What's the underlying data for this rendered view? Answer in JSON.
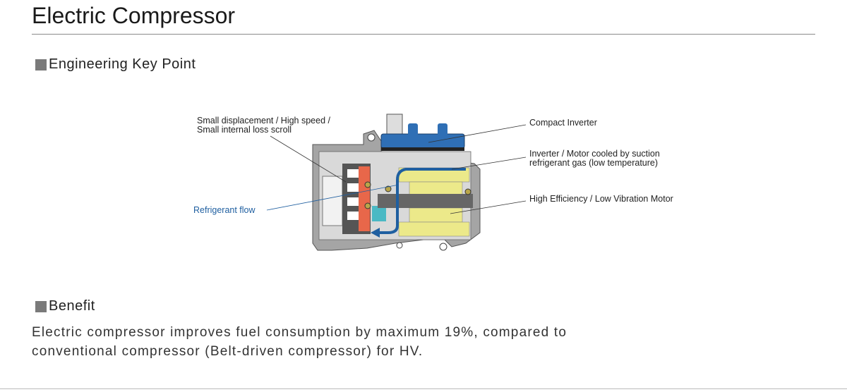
{
  "title": "Electric Compressor",
  "sections": {
    "key_point": "Engineering Key Point",
    "benefit": "Benefit"
  },
  "diagram": {
    "labels": {
      "scroll_line1": "Small displacement / High speed /",
      "scroll_line2": "Small internal loss scroll",
      "inverter": "Compact Inverter",
      "cooling_line1": "Inverter / Motor cooled by suction",
      "cooling_line2": "refrigerant gas (low temperature)",
      "motor": "High Efficiency / Low Vibration Motor",
      "flow": "Refrigerant flow"
    },
    "colors": {
      "inverter": "#2f6fb5",
      "scroll": "#e8674a",
      "motor": "#ece98a",
      "flow": "#1f5fa0",
      "housing": "#9a9a9a"
    }
  },
  "benefit_text": {
    "line1": "Electric compressor improves fuel consumption by maximum 19%, compared to",
    "line2": "conventional compressor (Belt-driven compressor) for HV."
  }
}
